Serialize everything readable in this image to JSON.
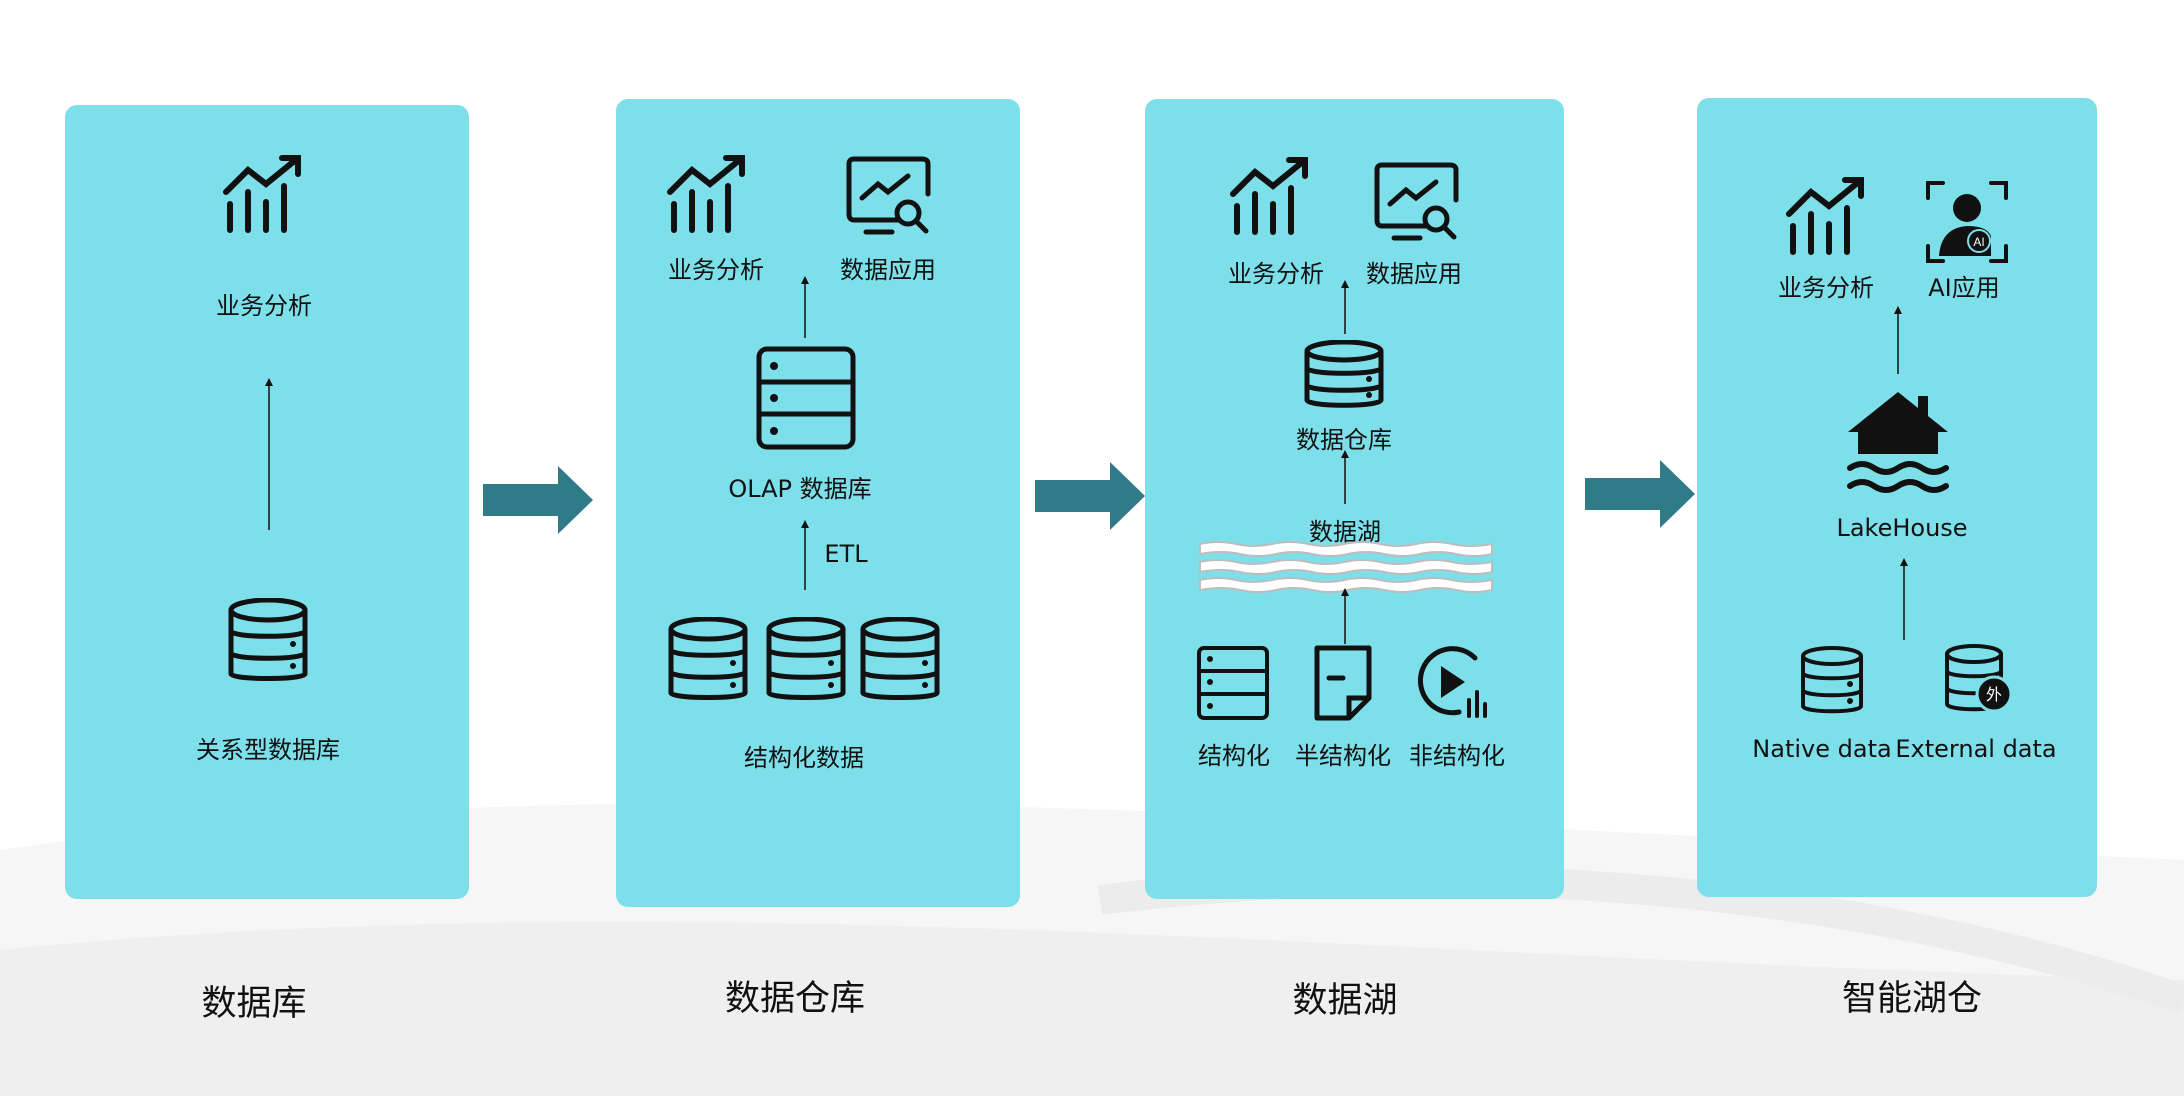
{
  "colors": {
    "panel": "#7ddfea",
    "arrow": "#2f7b87",
    "ink": "#111111"
  },
  "stages": [
    {
      "title": "数据库",
      "top_labels": [
        "业务分析"
      ],
      "bottom_labels": [
        "关系型数据库"
      ]
    },
    {
      "title": "数据仓库",
      "top_labels": [
        "业务分析",
        "数据应用"
      ],
      "middle_label": "OLAP 数据库",
      "connector_label": "ETL",
      "bottom_labels": [
        "结构化数据"
      ]
    },
    {
      "title": "数据湖",
      "top_labels": [
        "业务分析",
        "数据应用"
      ],
      "middle_label": "数据仓库",
      "lake_label": "数据湖",
      "bottom_labels": [
        "结构化",
        "半结构化",
        "非结构化"
      ]
    },
    {
      "title": "智能湖仓",
      "top_labels": [
        "业务分析",
        "AI应用"
      ],
      "middle_label": "LakeHouse",
      "bottom_labels": [
        "Native data",
        "External data"
      ],
      "ai_badge": "AI",
      "external_badge": "外"
    }
  ],
  "icons": {
    "analysis": "chart-trend-icon",
    "app": "monitor-search-icon",
    "database": "database-icon",
    "server": "server-icon",
    "lake": "water-waves-icon",
    "structured": "table-icon",
    "semi": "document-icon",
    "unstructured": "media-play-icon",
    "ai": "ai-user-icon",
    "lakehouse": "house-water-icon",
    "external_db": "external-database-icon"
  }
}
